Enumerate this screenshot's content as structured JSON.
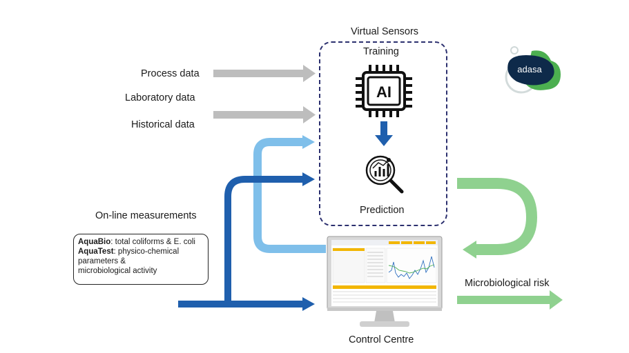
{
  "virtual_sensors": {
    "title": "Virtual Sensors",
    "training": "Training",
    "chip_text": "AI",
    "prediction": "Prediction"
  },
  "inputs": {
    "process": "Process data",
    "laboratory": "Laboratory data",
    "historical": "Historical data",
    "online": "On-line measurements"
  },
  "info": {
    "aquabio_name": "AquaBio",
    "aquabio_desc": ": total coliforms & E. coli",
    "aquatest_name": "AquaTest",
    "aquatest_desc": ": physico-chemical",
    "line3": "parameters &",
    "line4": "microbiological activity"
  },
  "outputs": {
    "control_centre": "Control Centre",
    "risk": "Microbiological risk"
  },
  "logo": {
    "text": "adasa"
  },
  "colors": {
    "gray_arrow": "#bdbdbd",
    "light_blue": "#7fbfea",
    "dark_blue": "#1f5fad",
    "green": "#8fd18f",
    "dashed_border": "#2b2f6e",
    "logo_dark": "#0e2a4a",
    "logo_green": "#4caf50"
  }
}
